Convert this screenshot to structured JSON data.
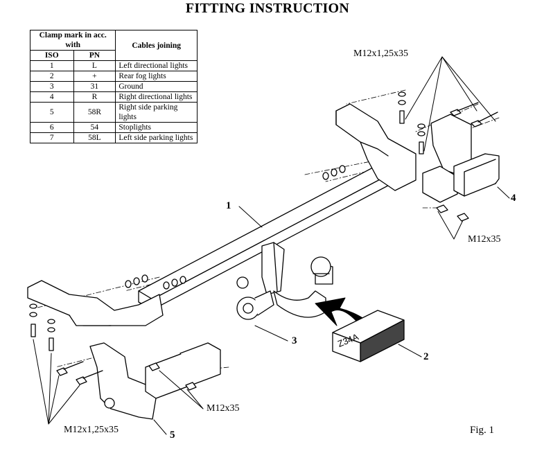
{
  "title": "FITTING INSTRUCTION",
  "table": {
    "header_clamp": "Clamp mark in acc. with",
    "header_cables": "Cables joining",
    "col_iso": "ISO",
    "col_pn": "PN",
    "rows": [
      {
        "iso": "1",
        "pn": "L",
        "cable": "Left directional lights"
      },
      {
        "iso": "2",
        "pn": "+",
        "cable": "Rear fog lights"
      },
      {
        "iso": "3",
        "pn": "31",
        "cable": "Ground"
      },
      {
        "iso": "4",
        "pn": "R",
        "cable": "Right directional lights"
      },
      {
        "iso": "5",
        "pn": "58R",
        "cable": "Right side parking lights"
      },
      {
        "iso": "6",
        "pn": "54",
        "cable": "Stoplights"
      },
      {
        "iso": "7",
        "pn": "58L",
        "cable": "Left side parking lights"
      }
    ]
  },
  "labels": {
    "bolt_top_right": "M12x1,25x35",
    "bolt_right": "M12x35",
    "bolt_bottom_center": "M12x35",
    "bolt_bottom_left": "M12x1,25x35",
    "box_code": "Z34A",
    "figure": "Fig. 1"
  },
  "part_numbers": {
    "p1": "1",
    "p2": "2",
    "p3": "3",
    "p4": "4",
    "p5": "5"
  }
}
